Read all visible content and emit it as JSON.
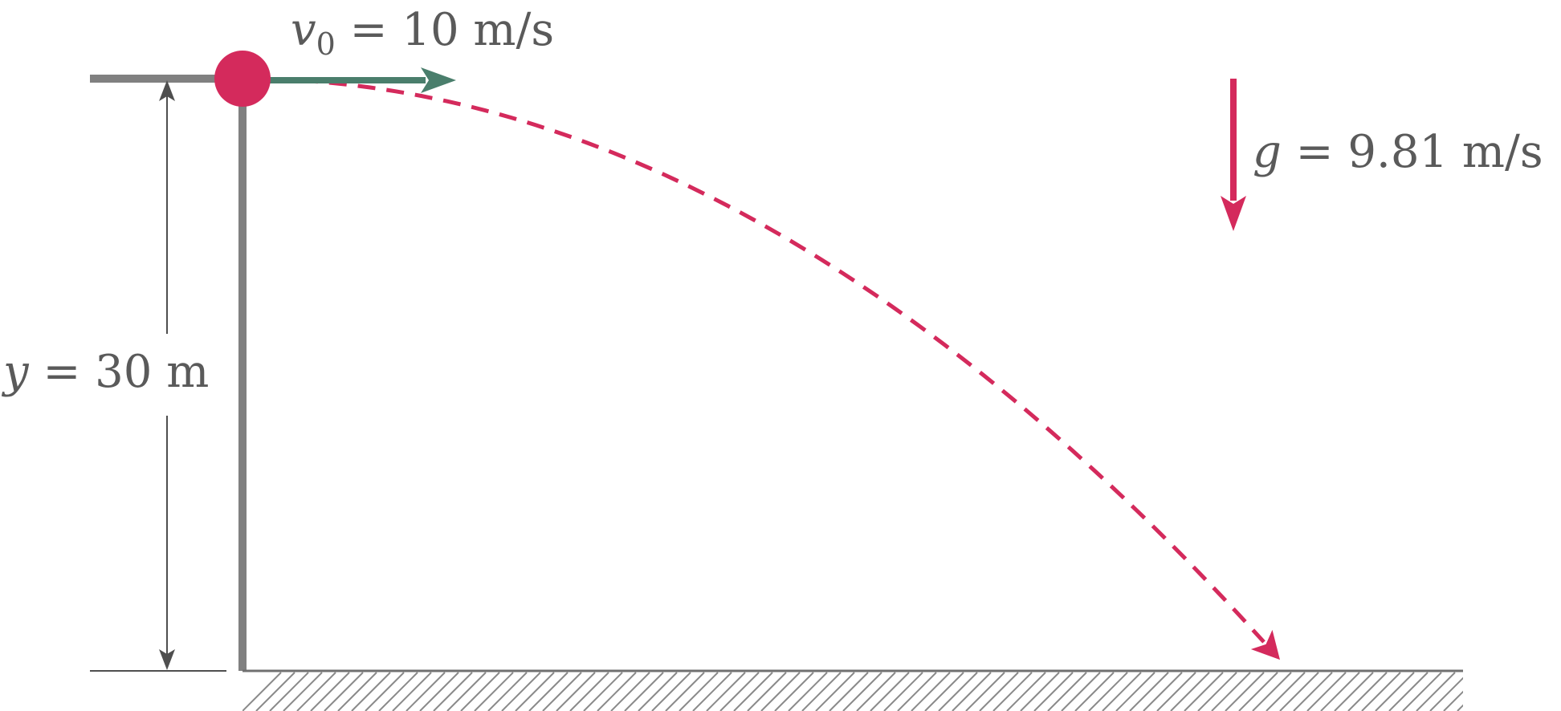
{
  "colors": {
    "structure": "#808080",
    "ground": "#707070",
    "hatch": "#8a8a8a",
    "text": "#5a5a5a",
    "dimension": "#4f4f4f",
    "ball": "#d42a5c",
    "trajectory": "#d42a5c",
    "velocity_arrow": "#4a7e6c",
    "gravity_arrow": "#d42a5c"
  },
  "labels": {
    "velocity": {
      "symbol": "v",
      "subscript": "0",
      "equals": " = ",
      "value": "10",
      "unit": " m/s"
    },
    "gravity": {
      "symbol": "g",
      "equals": " = ",
      "value": "9.81",
      "unit": " m/s"
    },
    "height": {
      "symbol": "y",
      "equals": " = ",
      "value": "30",
      "unit": " m"
    }
  },
  "physics": {
    "initial_speed_m_per_s": 10,
    "gravity_m_per_s2": 9.81,
    "height_m": 30
  }
}
